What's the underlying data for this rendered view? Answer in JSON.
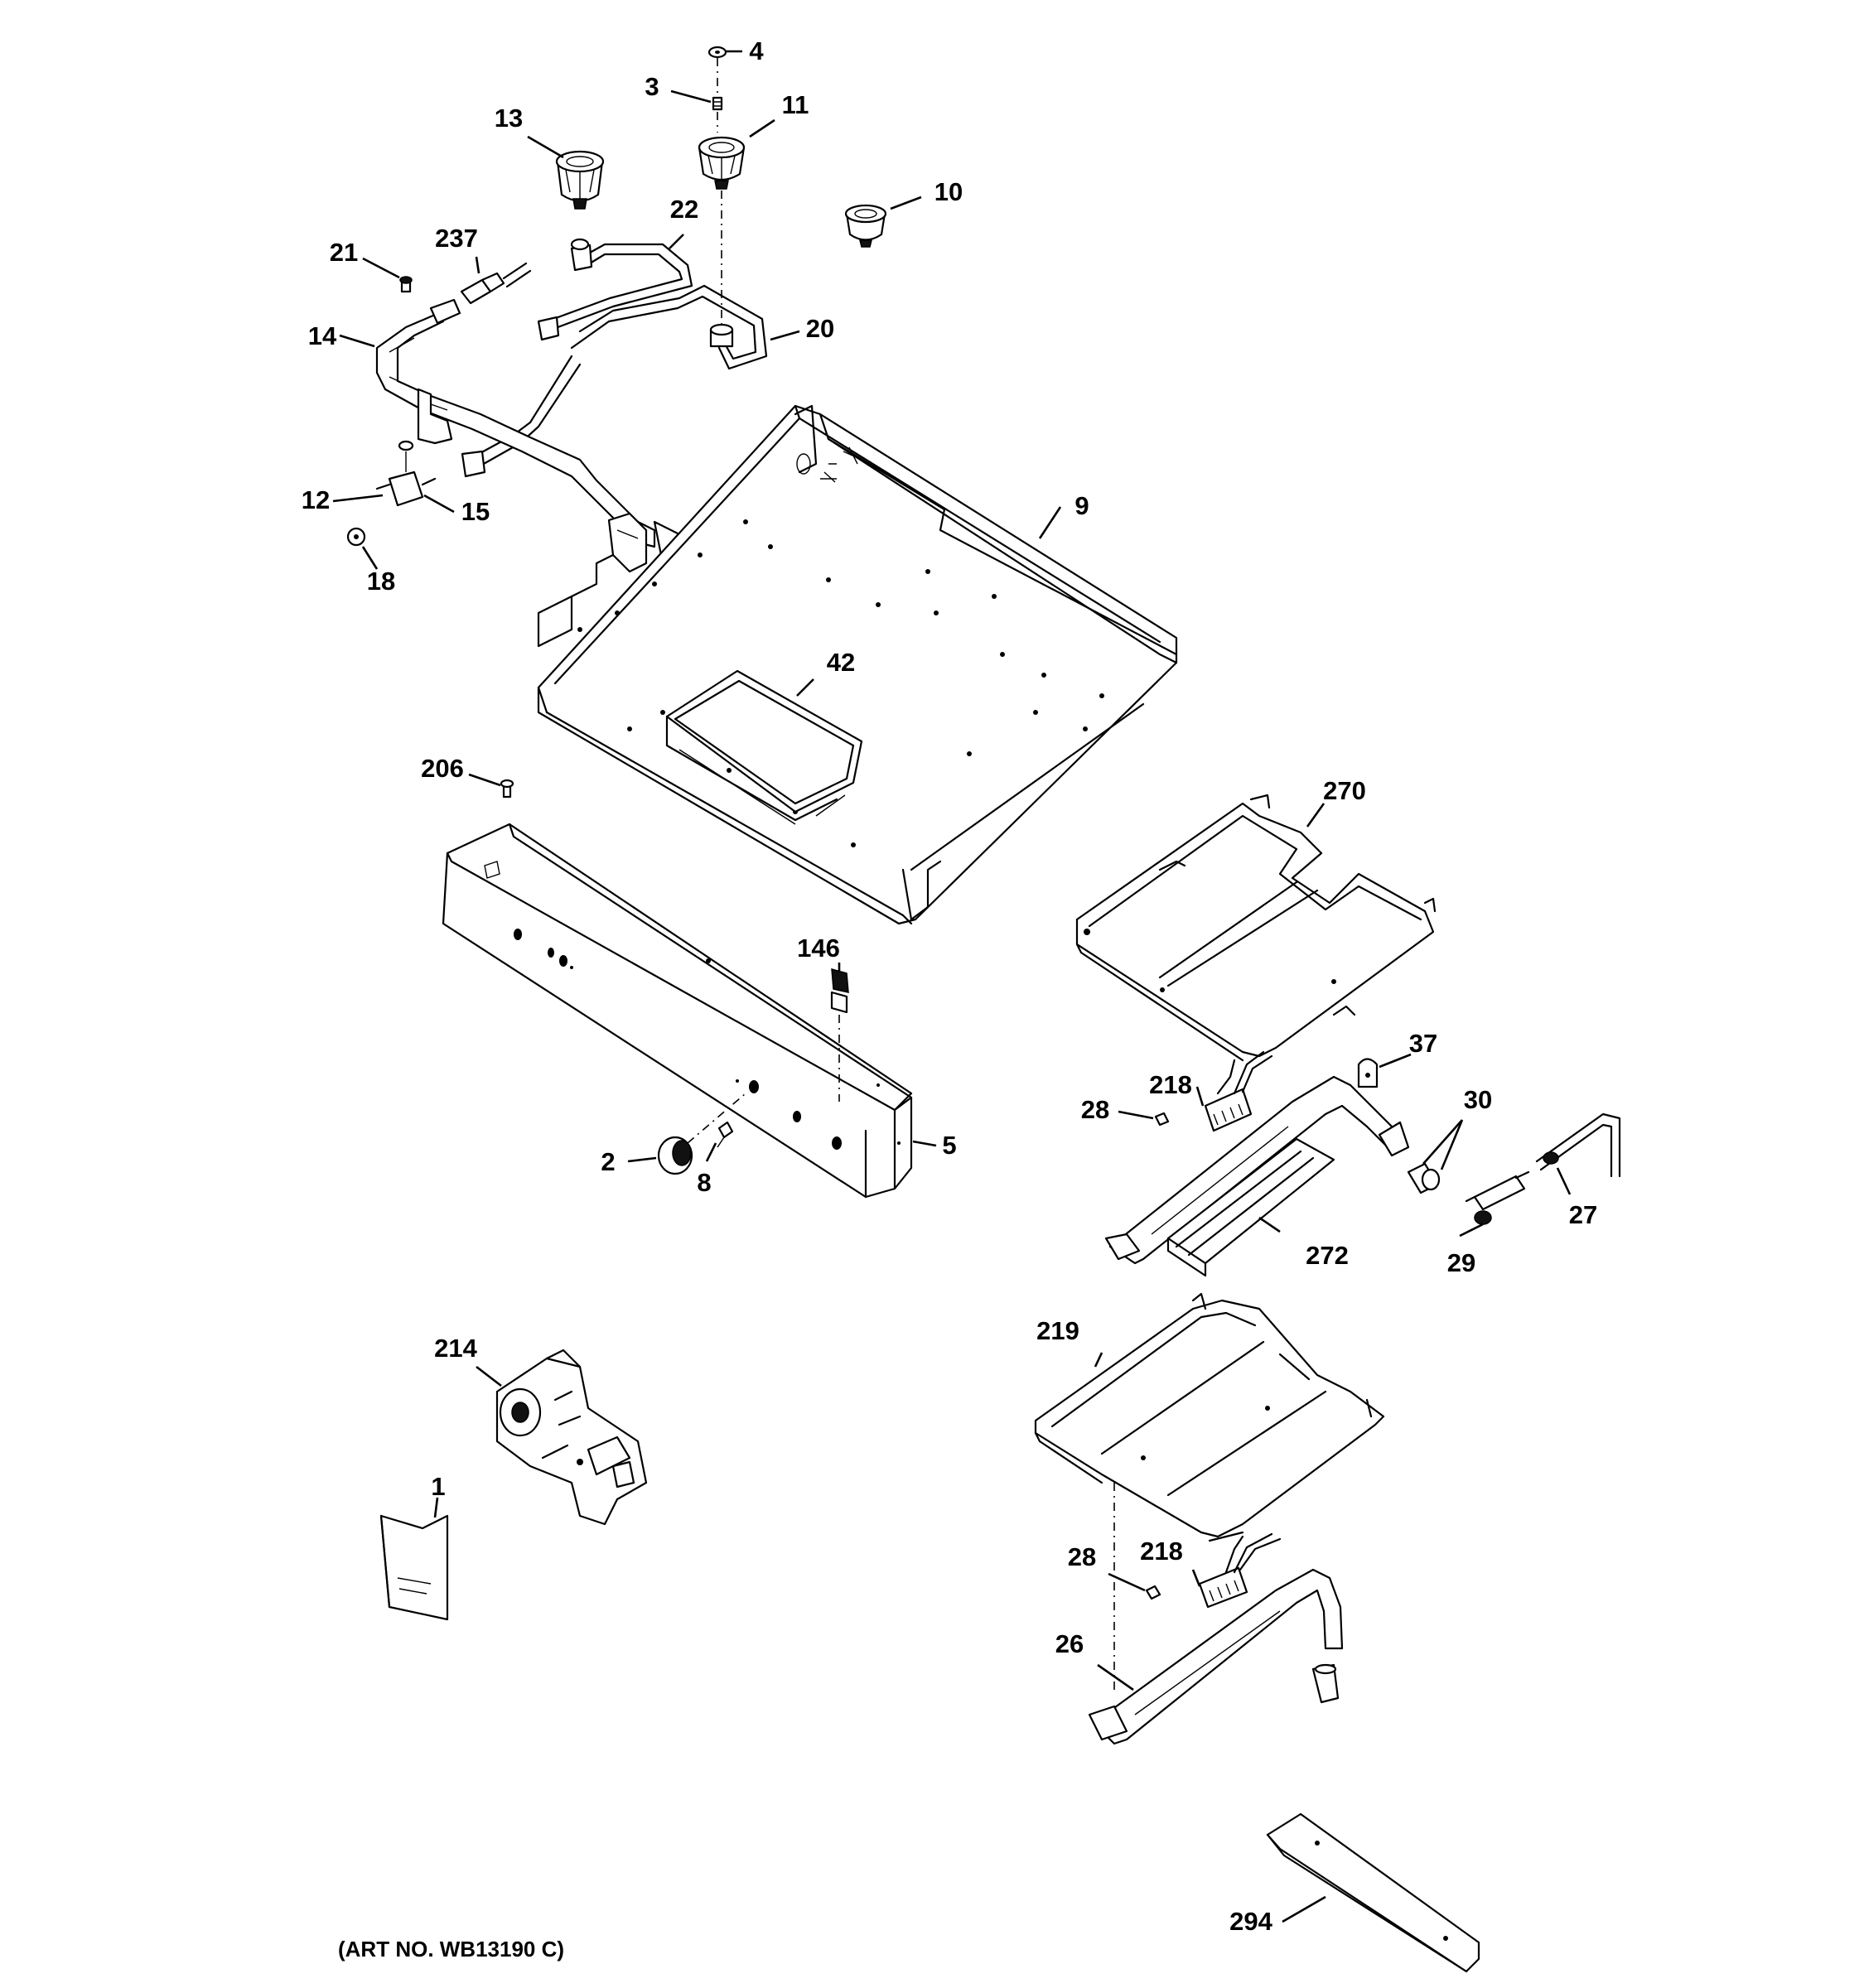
{
  "diagram": {
    "art_number": "(ART NO. WB13190 C)",
    "callouts": [
      {
        "id": "c4",
        "label": "4"
      },
      {
        "id": "c3",
        "label": "3"
      },
      {
        "id": "c13",
        "label": "13"
      },
      {
        "id": "c11",
        "label": "11"
      },
      {
        "id": "c10",
        "label": "10"
      },
      {
        "id": "c22",
        "label": "22"
      },
      {
        "id": "c21",
        "label": "21"
      },
      {
        "id": "c237",
        "label": "237"
      },
      {
        "id": "c20",
        "label": "20"
      },
      {
        "id": "c14",
        "label": "14"
      },
      {
        "id": "c9",
        "label": "9"
      },
      {
        "id": "c12",
        "label": "12"
      },
      {
        "id": "c15",
        "label": "15"
      },
      {
        "id": "c18",
        "label": "18"
      },
      {
        "id": "c42",
        "label": "42"
      },
      {
        "id": "c206",
        "label": "206"
      },
      {
        "id": "c270",
        "label": "270"
      },
      {
        "id": "c146",
        "label": "146"
      },
      {
        "id": "c37",
        "label": "37"
      },
      {
        "id": "c218a",
        "label": "218"
      },
      {
        "id": "c30",
        "label": "30"
      },
      {
        "id": "c28a",
        "label": "28"
      },
      {
        "id": "c2",
        "label": "2"
      },
      {
        "id": "c5",
        "label": "5"
      },
      {
        "id": "c8",
        "label": "8"
      },
      {
        "id": "c27",
        "label": "27"
      },
      {
        "id": "c272",
        "label": "272"
      },
      {
        "id": "c29",
        "label": "29"
      },
      {
        "id": "c219",
        "label": "219"
      },
      {
        "id": "c214",
        "label": "214"
      },
      {
        "id": "c1",
        "label": "1"
      },
      {
        "id": "c218b",
        "label": "218"
      },
      {
        "id": "c28b",
        "label": "28"
      },
      {
        "id": "c26",
        "label": "26"
      },
      {
        "id": "c294",
        "label": "294"
      }
    ]
  }
}
